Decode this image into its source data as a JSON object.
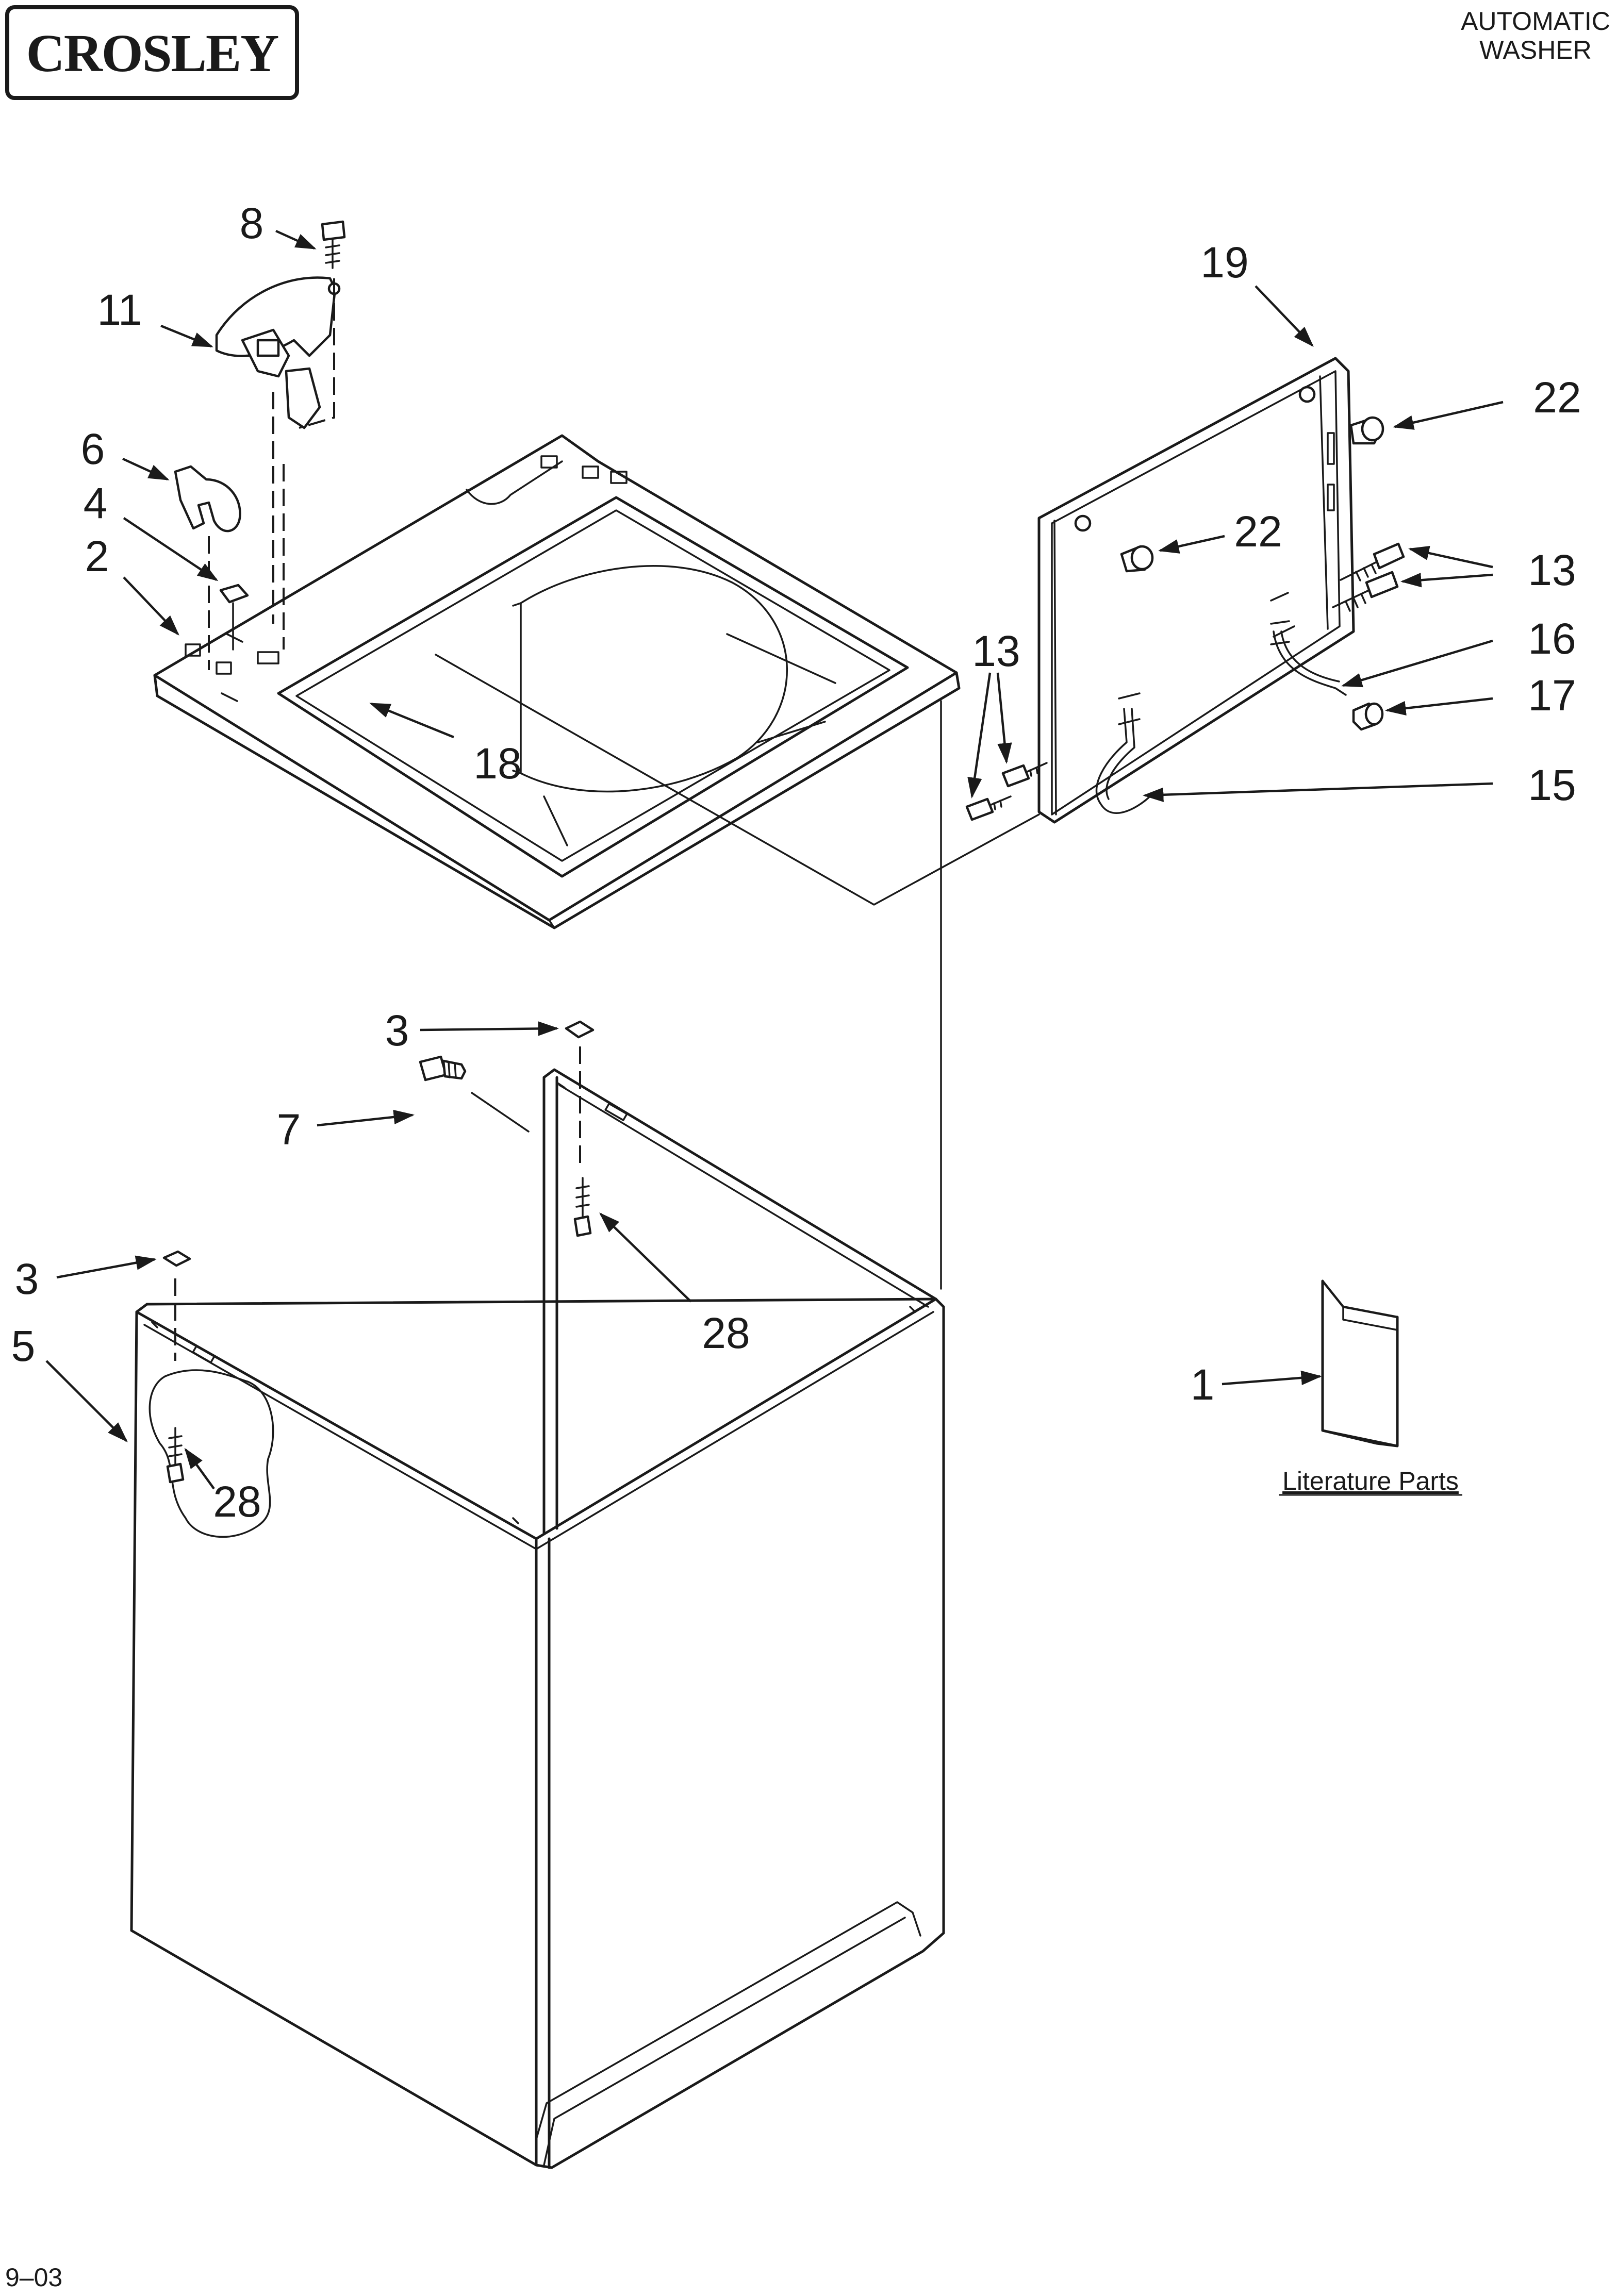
{
  "header": {
    "brand": "CROSLEY",
    "title_line1": "AUTOMATIC",
    "title_line2": "WASHER"
  },
  "callouts": {
    "c8": "8",
    "c11": "11",
    "c6": "6",
    "c4": "4",
    "c2": "2",
    "c18": "18",
    "c19": "19",
    "c22a": "22",
    "c22b": "22",
    "c13a": "13",
    "c13b": "13",
    "c16": "16",
    "c17": "17",
    "c15": "15",
    "c3a": "3",
    "c7": "7",
    "c28a": "28",
    "c3b": "3",
    "c5": "5",
    "c28b": "28",
    "c1": "1"
  },
  "literature_label": "Literature Parts",
  "footer": {
    "date_code": "9–03"
  }
}
